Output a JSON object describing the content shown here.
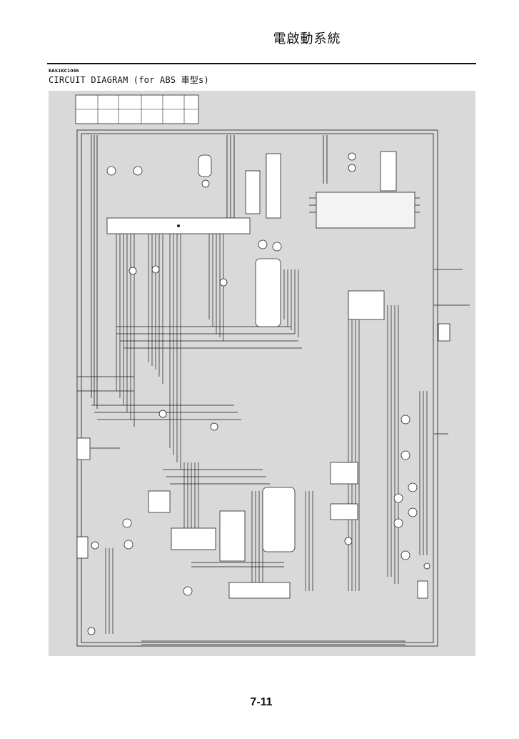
{
  "header": {
    "chapter_title": "電啟動系統",
    "section_code": "EAS1KC1046",
    "section_title": "CIRCUIT DIAGRAM (for ABS 車型s)"
  },
  "footer": {
    "page_number": "7-11"
  },
  "colors": {
    "diagram_background": "#d9d9d9",
    "wire": "#1a1a1a",
    "component_fill": "#ffffff",
    "connector_fill": "#e8e8e8"
  }
}
